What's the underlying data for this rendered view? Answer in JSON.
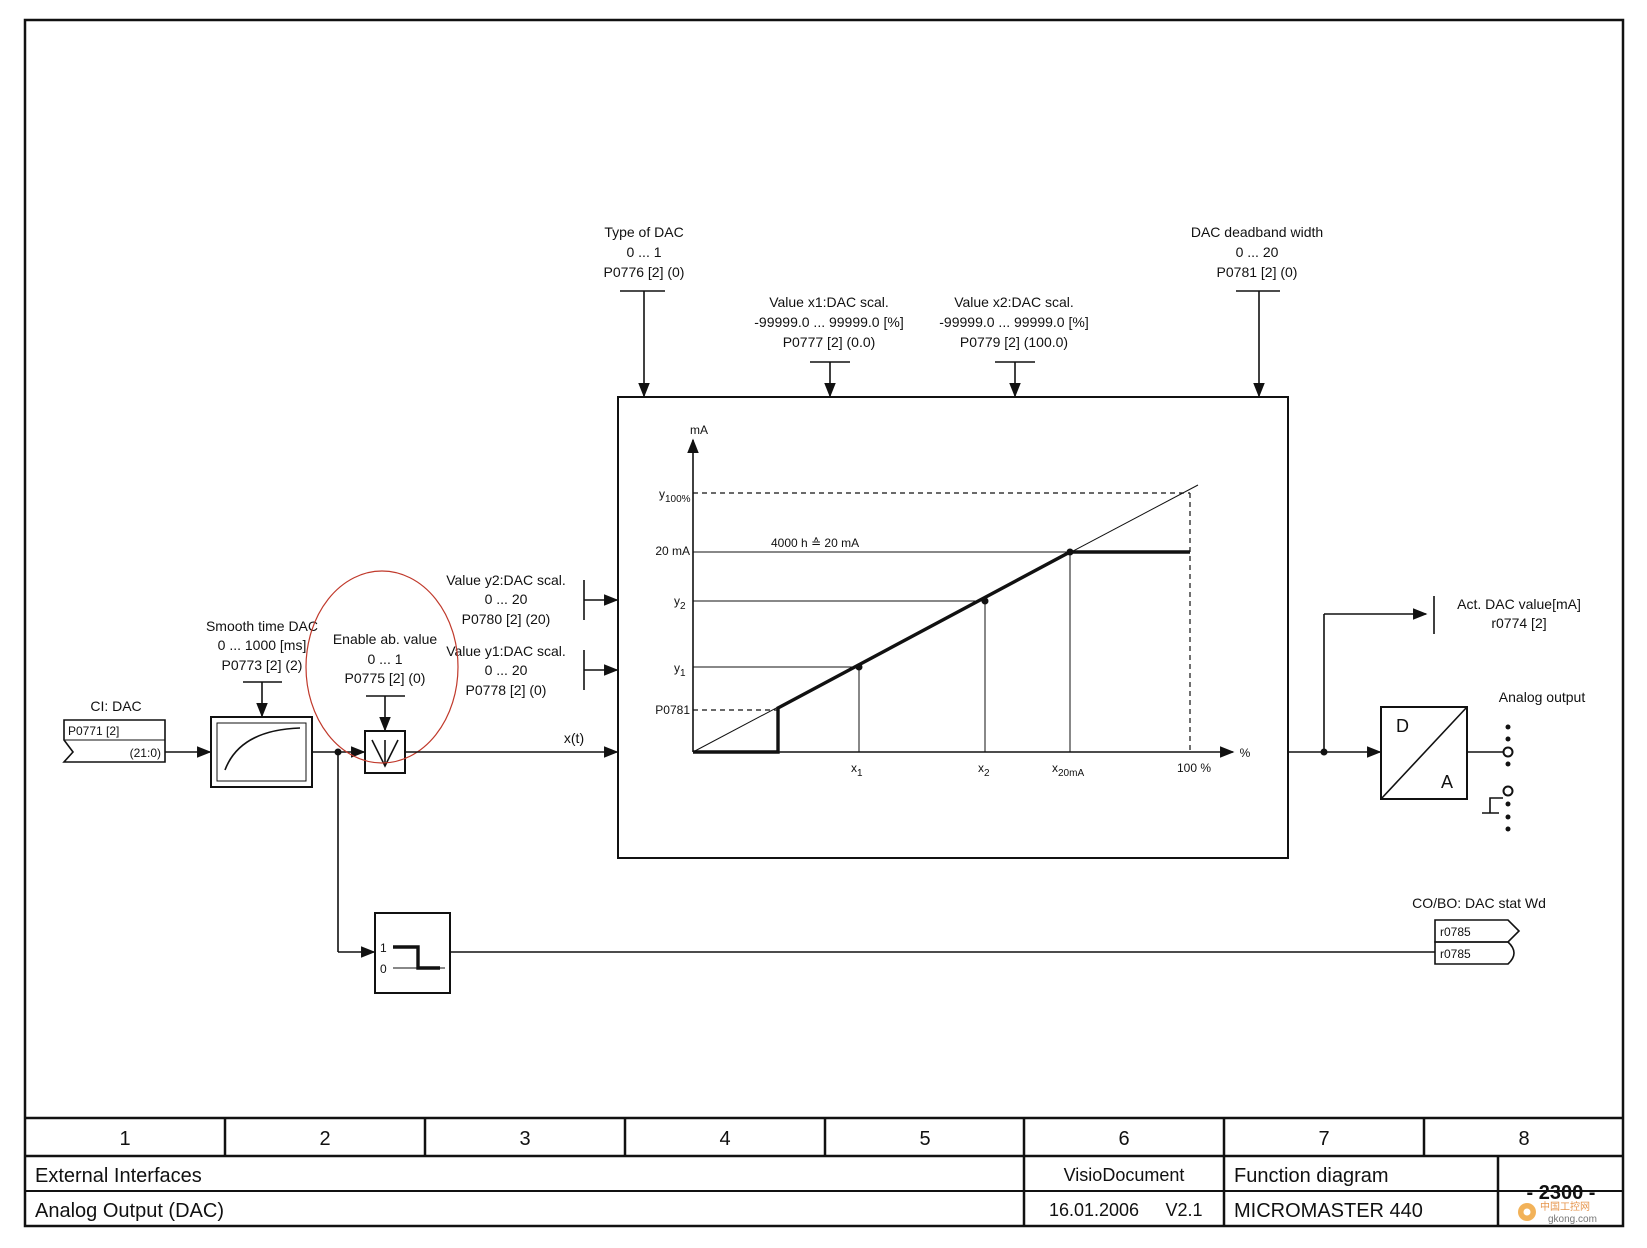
{
  "params": {
    "type_dac": {
      "name": "Type of DAC",
      "range": "0 ... 1",
      "param": "P0776 [2] (0)"
    },
    "x1_scal": {
      "name": "Value x1:DAC scal.",
      "range": "-99999.0 ... 99999.0  [%]",
      "param": "P0777 [2] (0.0)"
    },
    "x2_scal": {
      "name": "Value x2:DAC scal.",
      "range": "-99999.0 ... 99999.0  [%]",
      "param": "P0779 [2] (100.0)"
    },
    "deadband": {
      "name": "DAC deadband width",
      "range": "0 ... 20",
      "param": "P0781 [2] (0)"
    },
    "y2_scal": {
      "name": "Value y2:DAC scal.",
      "range": "0 ... 20",
      "param": "P0780 [2] (20)"
    },
    "y1_scal": {
      "name": "Value y1:DAC scal.",
      "range": "0 ... 20",
      "param": "P0778 [2] (0)"
    },
    "smooth": {
      "name": "Smooth time DAC",
      "range": "0 ... 1000  [ms]",
      "param": "P0773 [2] (2)"
    },
    "enable_abs": {
      "name": "Enable ab. value",
      "range": "0 ... 1",
      "param": "P0775 [2] (0)"
    }
  },
  "input": {
    "label": "CI: DAC",
    "param": "P0771 [2]",
    "default": "(21:0)"
  },
  "signal_xt": "x(t)",
  "graph": {
    "y_unit": "mA",
    "x_unit": "%",
    "y_ticks": {
      "y100": "y",
      "y100_sub": "100%",
      "ma20": "20 mA",
      "y2": "y",
      "y2_sub": "2",
      "y1": "y",
      "y1_sub": "1",
      "p0781": "P0781"
    },
    "x_ticks": {
      "x1": "x",
      "x1_sub": "1",
      "x2": "x",
      "x2_sub": "2",
      "x20": "x",
      "x20_sub": "20mA",
      "x100": "100 %"
    },
    "note": "4000 h ≙ 20 mA"
  },
  "act_dac": {
    "name": "Act. DAC value[mA]",
    "param": "r0774 [2]"
  },
  "analog_output": "Analog output",
  "da": {
    "d": "D",
    "a": "A"
  },
  "status": {
    "name": "CO/BO: DAC stat Wd",
    "out1": "r0785",
    "out2": "r0785"
  },
  "threshold": {
    "one": "1",
    "zero": "0"
  },
  "footer": {
    "columns": [
      "1",
      "2",
      "3",
      "4",
      "5",
      "6",
      "7",
      "8"
    ],
    "section": "External Interfaces",
    "title": "Analog Output (DAC)",
    "doc": "VisioDocument",
    "date": "16.01.2006",
    "version": "V2.1",
    "kind": "Function diagram",
    "product": "MICROMASTER 440",
    "sheet": "- 2300 -"
  },
  "watermark": "中国工控网 gkong.com"
}
